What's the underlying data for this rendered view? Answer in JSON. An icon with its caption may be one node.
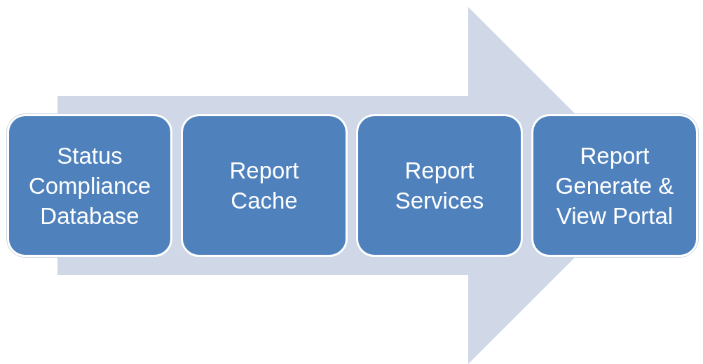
{
  "diagram": {
    "nodes": [
      {
        "text": [
          "Status Compliance Database"
        ]
      },
      {
        "text": [
          "Report Cache"
        ]
      },
      {
        "text": [
          "Report Services"
        ]
      },
      {
        "text": [
          "Report Generate & View Portal"
        ]
      }
    ],
    "edges": [
      {
        "from": 0,
        "to": 3,
        "arrow": "to"
      }
    ]
  }
}
